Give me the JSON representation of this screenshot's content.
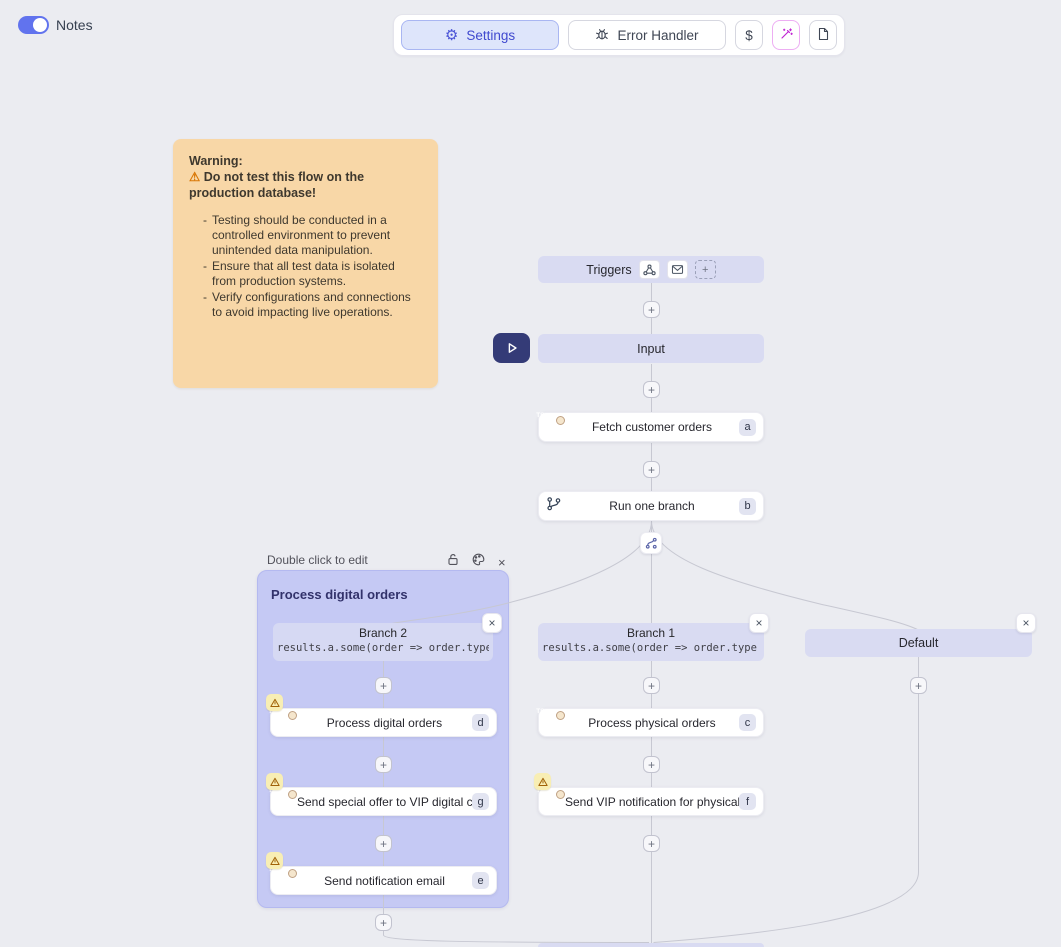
{
  "header": {
    "notes_label": "Notes",
    "toolbar": {
      "settings_label": "Settings",
      "error_handler_label": "Error Handler",
      "dollar_label": "$"
    }
  },
  "note": {
    "title": "Warning:",
    "alert_icon": "⚠",
    "alert": "Do not test this flow on the production database!",
    "bullets": [
      "Testing should be conducted in a controlled environment to prevent unintended data manipulation.",
      "Ensure that all test data is isolated from production systems.",
      "Verify configurations and connections to avoid impacting live operations."
    ]
  },
  "flow": {
    "triggers": {
      "label": "Triggers"
    },
    "input": {
      "label": "Input"
    },
    "fetch": {
      "label": "Fetch customer orders",
      "badge": "a"
    },
    "run_branch": {
      "label": "Run one branch",
      "badge": "b"
    },
    "group": {
      "hint": "Double click to edit",
      "title": "Process digital orders"
    },
    "branch2": {
      "label": "Branch 2",
      "code": "results.a.some(order => order.type"
    },
    "branch1": {
      "label": "Branch 1",
      "code": "results.a.some(order => order.type"
    },
    "default_branch": {
      "label": "Default"
    },
    "steps": {
      "d": {
        "label": "Process digital orders",
        "badge": "d"
      },
      "g": {
        "label": "Send special offer to VIP digital c...",
        "badge": "g"
      },
      "e": {
        "label": "Send notification email",
        "badge": "e"
      },
      "c": {
        "label": "Process physical orders",
        "badge": "c"
      },
      "f": {
        "label": "Send VIP notification for physical...",
        "badge": "f"
      }
    }
  },
  "icons": {
    "gear": "⚙",
    "ts": "TS"
  },
  "ui": {
    "plus": "+",
    "close": "×"
  },
  "colors": {
    "accent_indigo": "#4049cf",
    "toggle_on": "#6173ee",
    "note_bg": "#f8d7a7",
    "group_bg": "#c5c9f4",
    "lavender_node": "#d9dbf2",
    "warning_badge": "#f8eeb4",
    "wand_pink": "#c026d3",
    "ts_blue": "#3077c8",
    "play_navy": "#343b77"
  }
}
